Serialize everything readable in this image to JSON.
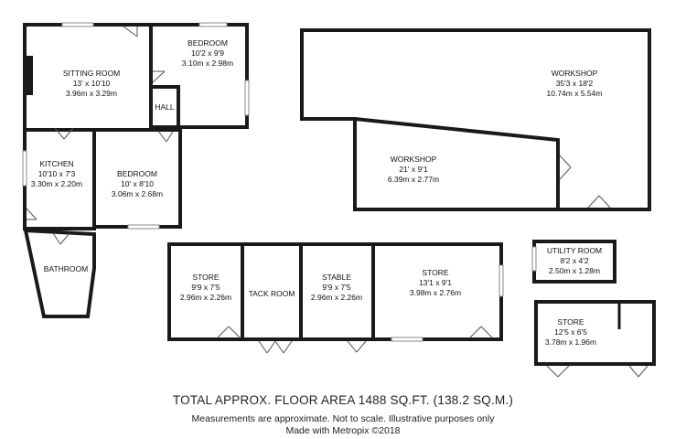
{
  "rooms": {
    "sitting_room": {
      "name": "SITTING ROOM",
      "imperial": "13' x 10'10",
      "metric": "3.96m x 3.29m"
    },
    "bedroom1": {
      "name": "BEDROOM",
      "imperial": "10'2 x 9'9",
      "metric": "3.10m x 2.98m"
    },
    "hall": {
      "name": "HALL"
    },
    "kitchen": {
      "name": "KITCHEN",
      "imperial": "10'10 x 7'3",
      "metric": "3.30m x 2.20m"
    },
    "bedroom2": {
      "name": "BEDROOM",
      "imperial": "10' x 8'10",
      "metric": "3.06m x 2.68m"
    },
    "bathroom": {
      "name": "BATHROOM"
    },
    "workshop1": {
      "name": "WORKSHOP",
      "imperial": "35'3 x 18'2",
      "metric": "10.74m x 5.54m"
    },
    "workshop2": {
      "name": "WORKSHOP",
      "imperial": "21' x 9'1",
      "metric": "6.39m x 2.77m"
    },
    "store1": {
      "name": "STORE",
      "imperial": "9'9 x 7'5",
      "metric": "2.96m x 2.26m"
    },
    "tack_room": {
      "name": "TACK ROOM"
    },
    "stable": {
      "name": "STABLE",
      "imperial": "9'9 x 7'5",
      "metric": "2.96m x 2.26m"
    },
    "store2": {
      "name": "STORE",
      "imperial": "13'1 x 9'1",
      "metric": "3.98m x 2.76m"
    },
    "utility_room": {
      "name": "UTILITY ROOM",
      "imperial": "8'2 x 4'2",
      "metric": "2.50m x 1.28m"
    },
    "store3": {
      "name": "STORE",
      "imperial": "12'5 x 6'5",
      "metric": "3.78m x 1.96m"
    }
  },
  "footer": {
    "total_area": "TOTAL APPROX. FLOOR AREA 1488 SQ.FT. (138.2 SQ.M.)",
    "disclaimer": "Measurements are approximate.  Not to scale.  Illustrative purposes only",
    "credit": "Made with Metropix ©2018"
  }
}
